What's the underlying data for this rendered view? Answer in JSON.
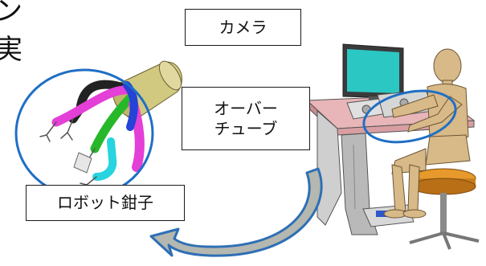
{
  "labels": {
    "camera": "カメラ",
    "overtube_line1": "オーバー",
    "overtube_line2": "チューブ",
    "robot_forceps": "ロボット鉗子"
  },
  "edge_text": {
    "top": "ン",
    "middle": "実"
  },
  "colors": {
    "highlight_ellipse": "#1f6fc5",
    "arrow": "#b4b8b0",
    "arrow_outline": "#2f6fb5",
    "monitor_screen": "#2bc7c3",
    "desk_top": "#e8b5b8",
    "overtube": "#d2c981",
    "stool_seat": "#e79a2b",
    "mannequin": "#d8b988",
    "tube_magenta": "#e43fd7",
    "tube_cyan": "#27d4df",
    "tube_green": "#27b82a",
    "tube_black": "#222222",
    "tube_blue": "#2543d6"
  }
}
